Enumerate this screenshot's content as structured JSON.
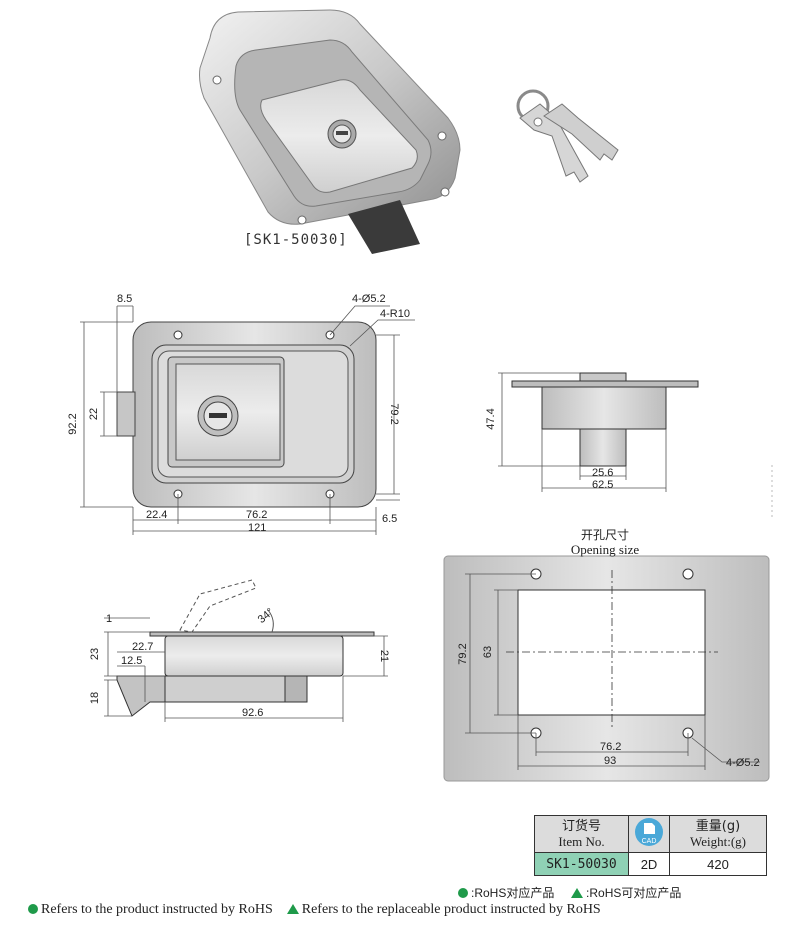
{
  "product_caption": "[SK1-50030]",
  "front_view": {
    "dims": {
      "top_offset": "8.5",
      "holes": "4-Ø5.2",
      "radius": "4-R10",
      "height_total": "92.2",
      "handle_height": "22",
      "height_inner": "79.2",
      "left_offset": "22.4",
      "hole_spacing": "76.2",
      "width_total": "121",
      "bottom_offset": "6.5"
    }
  },
  "side_view_right": {
    "dims": {
      "depth": "47.4",
      "stem_width": "25.6",
      "body_width": "62.5"
    }
  },
  "section_view": {
    "dims": {
      "flange": "1",
      "angle": "34°",
      "open_offset": "22.7",
      "depth_left": "23",
      "depth_right": "21",
      "inner_offset": "12.5",
      "handle_height": "18",
      "length": "92.6"
    }
  },
  "opening_size": {
    "title_cn": "开孔尺寸",
    "title_en": "Opening size",
    "dims": {
      "height_outer": "79.2",
      "height_inner": "63",
      "hole_spacing": "76.2",
      "width": "93",
      "holes": "4-Ø5.2"
    }
  },
  "order_table": {
    "item_no_cn": "订货号",
    "item_no_en": "Item No.",
    "cad_label": "CAD",
    "weight_cn": "重量(g)",
    "weight_en": "Weight:(g)",
    "item_code": "SK1-50030",
    "cad_type": "2D",
    "weight": "420"
  },
  "legend": {
    "cn_rohs": ":RoHS对应产品",
    "cn_replaceable": ":RoHS可对应产品",
    "en_rohs": "Refers to the product instructed by RoHS",
    "en_replaceable": "Refers to the replaceable product instructed by RoHS"
  },
  "colors": {
    "steel": "#c8c8c8",
    "panel": "#cfcfcf",
    "accent_green": "#1f9a4a",
    "item_bg": "#8fd1b5"
  }
}
